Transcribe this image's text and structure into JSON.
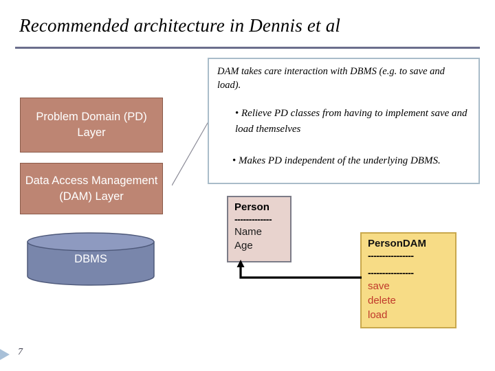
{
  "slide": {
    "title": "Recommended architecture in Dennis et al",
    "page_number": "7"
  },
  "callout": {
    "lead": "DAM takes care interaction with DBMS (e.g. to save and load).",
    "bullet_char": "•",
    "bullets": [
      "Relieve PD classes from having to implement save and load themselves",
      "Makes PD independent of the underlying DBMS."
    ]
  },
  "layers": [
    {
      "id": "pd",
      "label": "Problem Domain (PD) Layer"
    },
    {
      "id": "dam",
      "label": "Data Access Management (DAM) Layer"
    }
  ],
  "database": {
    "label": "DBMS"
  },
  "classes": [
    {
      "id": "person",
      "name": "Person",
      "separator": "-------------",
      "attributes": [
        "Name",
        "Age"
      ],
      "operations": []
    },
    {
      "id": "persondam",
      "name": "PersonDAM",
      "separator_top": "----------------",
      "separator_bottom": "----------------",
      "attributes": [],
      "operations": [
        "save",
        "delete",
        "load"
      ]
    }
  ],
  "colors": {
    "layer_fill": "#bd8573",
    "layer_border": "#8a5a49",
    "layer_text": "#ffffff",
    "dbms_fill": "#7986ab",
    "dbms_top": "#8e9ac0",
    "dbms_border": "#4d5879",
    "person_fill": "#e8d3ce",
    "person_border": "#7b7b87",
    "persondam_fill": "#f7dc86",
    "persondam_border": "#c9a84c",
    "operation_text": "#c0392b",
    "callout_border": "#a9bcc9",
    "title_rule": "#6b6e8c",
    "connector": "#000000",
    "diagonal_connector": "#8a8a96",
    "footer_chevron": "#a8c0d8"
  }
}
